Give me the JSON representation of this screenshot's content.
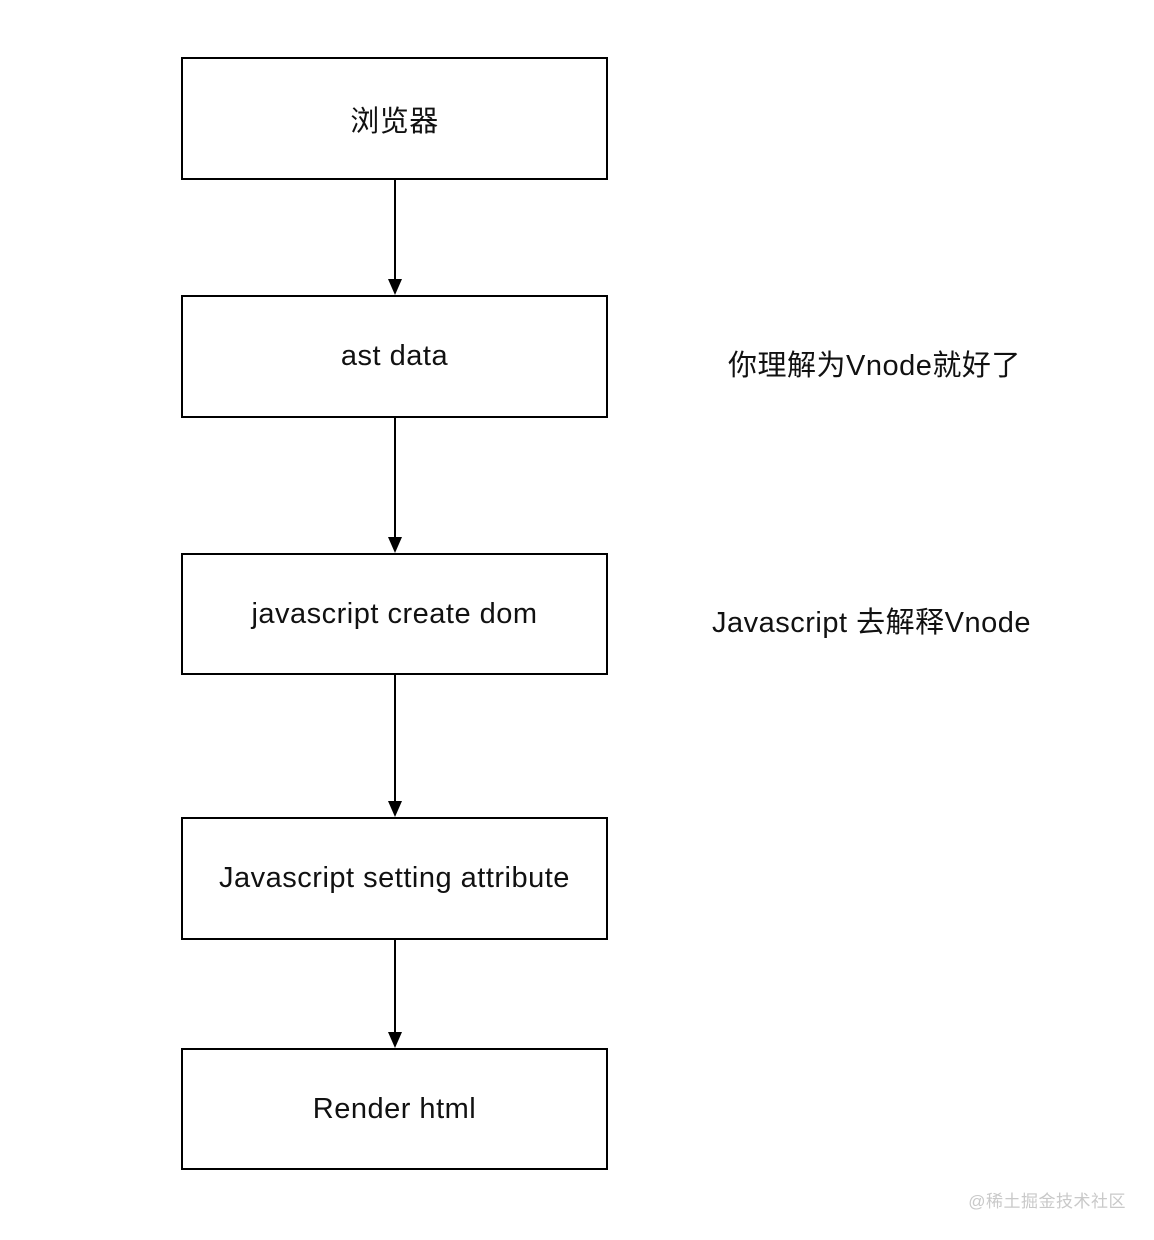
{
  "diagram": {
    "title": "vnode-render-flowchart",
    "background_color": "#ffffff",
    "box_border_color": "#000000",
    "text_color": "#111111",
    "watermark_color": "#c9c9c9",
    "nodes": [
      {
        "label": "浏览器"
      },
      {
        "label": "ast data"
      },
      {
        "label": "javascript create dom"
      },
      {
        "label": "Javascript setting attribute"
      },
      {
        "label": "Render html"
      }
    ],
    "arrows": [
      {
        "from": "浏览器",
        "to": "ast data"
      },
      {
        "from": "ast data",
        "to": "javascript create dom"
      },
      {
        "from": "javascript create dom",
        "to": "Javascript setting attribute"
      },
      {
        "from": "Javascript setting attribute",
        "to": "Render html"
      }
    ],
    "annotations": [
      {
        "text": "你理解为Vnode就好了",
        "attached_to": "ast data"
      },
      {
        "text": "Javascript 去解释Vnode",
        "attached_to": "javascript create dom"
      }
    ],
    "watermark": "@稀土掘金技术社区"
  }
}
